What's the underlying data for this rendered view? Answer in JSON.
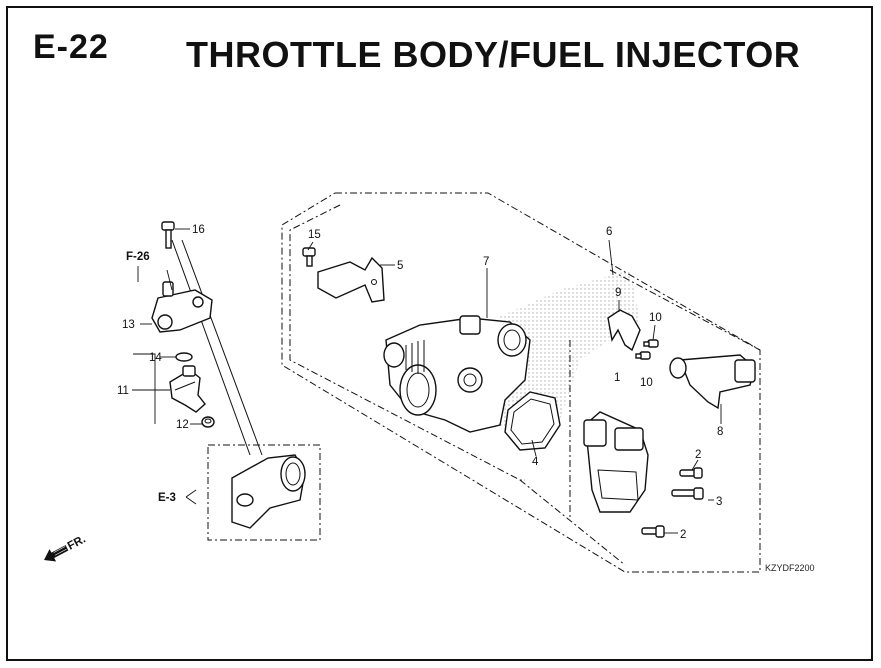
{
  "header": {
    "page_code": "E-22",
    "title": "THROTTLE BODY/FUEL INJECTOR"
  },
  "callouts": {
    "p1": "1",
    "p2a": "2",
    "p2b": "2",
    "p3": "3",
    "p4": "4",
    "p5": "5",
    "p6": "6",
    "p7": "7",
    "p8": "8",
    "p9": "9",
    "p10a": "10",
    "p10b": "10",
    "p11": "11",
    "p12": "12",
    "p13": "13",
    "p14": "14",
    "p15": "15",
    "p16": "16"
  },
  "references": {
    "f26": "F-26",
    "e3": "E-3"
  },
  "direction_label": "FR.",
  "drawing_code": "KZYDF2200"
}
